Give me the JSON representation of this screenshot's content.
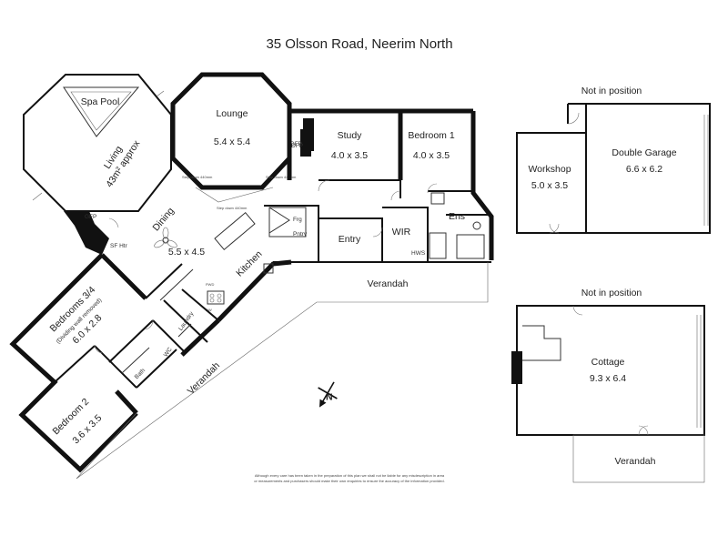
{
  "title": "35 Olsson Road, Neerim North",
  "rooms": {
    "spa_pool": "Spa Pool",
    "living_name": "Living",
    "living_size": "43m² approx",
    "lounge_name": "Lounge",
    "lounge_size": "5.4 x 5.4",
    "study_name": "Study",
    "study_size": "4.0 x 3.5",
    "bedroom1_name": "Bedroom 1",
    "bedroom1_size": "4.0 x 3.5",
    "dining": "Dining",
    "kitchen_dining_size": "5.5 x 4.5",
    "kitchen": "Kitchen",
    "frg": "Frg",
    "pntry": "Pntry",
    "entry": "Entry",
    "wir": "WIR",
    "ens": "Ens",
    "hws": "HWS",
    "dfp_lounge": "DFP",
    "dfp_study": "DFP",
    "gfp": "GFP",
    "sf_htr": "SF Htr",
    "bedrooms34_name": "Bedrooms 3/4",
    "bedrooms34_note": "(Dividing wall removed)",
    "bedrooms34_size": "6.0 x 2.8",
    "laundry": "Laundry",
    "wc": "WC",
    "bath": "Bath",
    "bedroom2_name": "Bedroom 2",
    "bedroom2_size": "3.6 x 3.5",
    "verandah_north": "Verandah",
    "verandah_south": "Verandah",
    "step_down_1": "Step down 440mm",
    "step_down_2": "Step down 440mm",
    "step_down_3": "Step down 440mm",
    "pwd": "PWD",
    "dw": "DW"
  },
  "outbuildings": {
    "garage_status": "Not in position",
    "workshop_name": "Workshop",
    "workshop_size": "5.0 x 3.5",
    "garage_name": "Double Garage",
    "garage_size": "6.6 x 6.2",
    "cottage_status": "Not in position",
    "cottage_name": "Cottage",
    "cottage_size": "9.3 x 6.4",
    "cottage_verandah": "Verandah"
  },
  "compass": {
    "label": "N"
  },
  "disclaimer_line1": "Although every care has been taken in the preparation of this plan we shall not be liable for any misdescription in area",
  "disclaimer_line2": "or measurements and purchasers should make their own enquiries to ensure the accuracy of the information provided."
}
